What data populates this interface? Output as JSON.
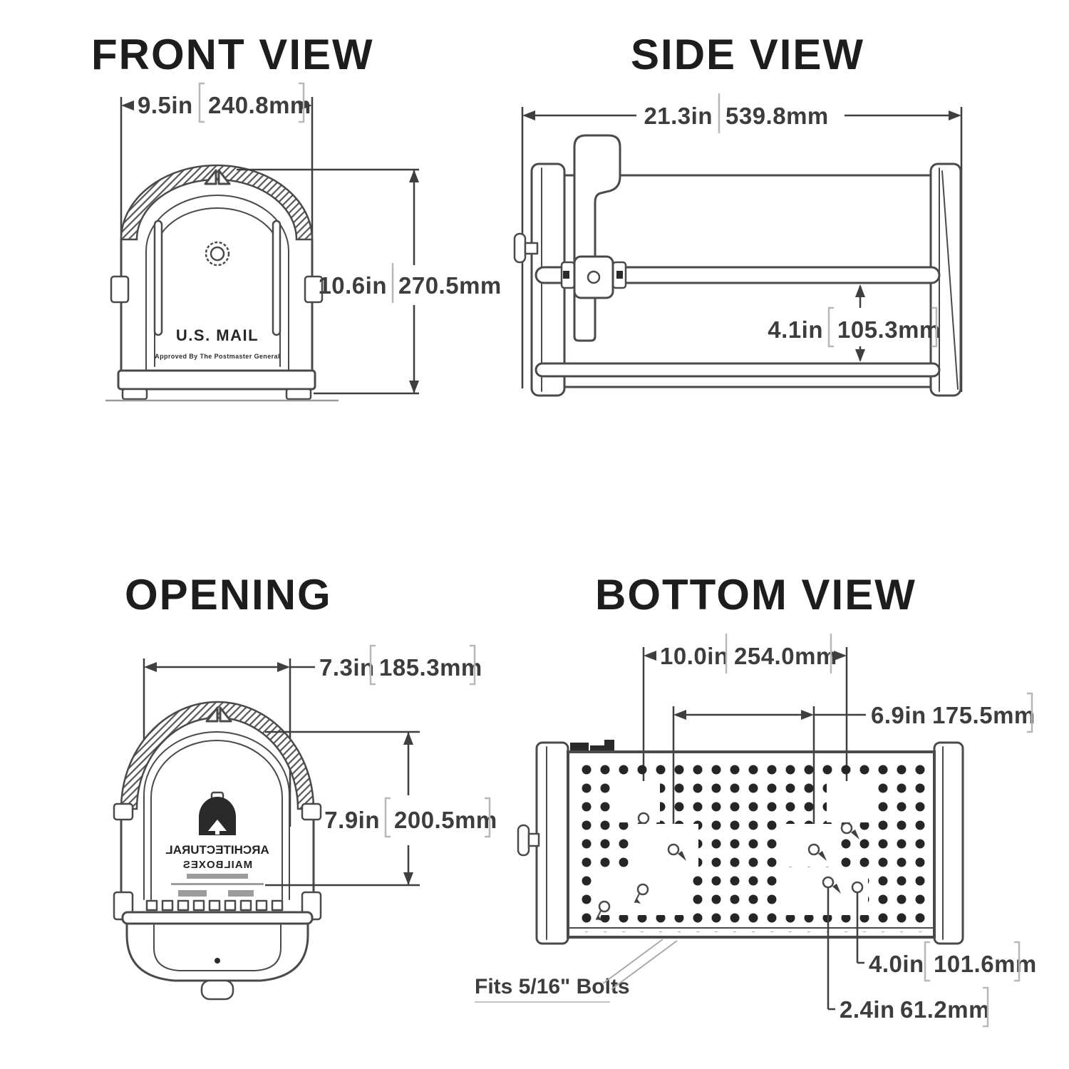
{
  "colors": {
    "background": "#ffffff",
    "line": "#4a4a4a",
    "dimension_line": "#3f3f3f",
    "dimension_text": "#3d3d3d",
    "heading_text": "#1d1d1d",
    "bracket": "#b8b8b8",
    "perforation_dot": "#262626"
  },
  "views": {
    "front": {
      "title": "FRONT VIEW",
      "width_in": "9.5in",
      "width_mm": "240.8mm",
      "height_in": "10.6in",
      "height_mm": "270.5mm",
      "door_label": "U.S. MAIL",
      "door_sublabel": "Approved By The Postmaster General"
    },
    "side": {
      "title": "SIDE VIEW",
      "length_in": "21.3in",
      "length_mm": "539.8mm",
      "rail_gap_in": "4.1in",
      "rail_gap_mm": "105.3mm"
    },
    "opening": {
      "title": "OPENING",
      "width_in": "7.3in",
      "width_mm": "185.3mm",
      "height_in": "7.9in",
      "height_mm": "200.5mm",
      "brand_line1": "ARCHITECTURAL",
      "brand_line2": "MAILBOXES"
    },
    "bottom": {
      "title": "BOTTOM VIEW",
      "depth_in": "10.0in",
      "depth_mm": "254.0mm",
      "hole_span_in": "6.9in",
      "hole_span_mm": "175.5mm",
      "offset_a_in": "4.0in",
      "offset_a_mm": "101.6mm",
      "offset_b_in": "2.4in",
      "offset_b_mm": "61.2mm",
      "bolt_note": "Fits 5/16\" Bolts"
    }
  }
}
